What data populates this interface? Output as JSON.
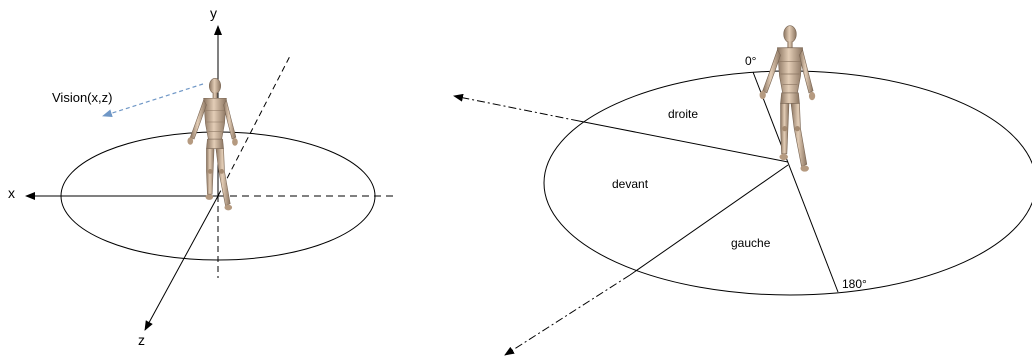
{
  "left_diagram": {
    "axes": {
      "x": "x",
      "y": "y",
      "z": "z"
    },
    "vision_label": "Vision(x,z)",
    "vision_color": "#6f97c6"
  },
  "right_diagram": {
    "angle_top": "0°",
    "angle_bottom": "180°",
    "zones": {
      "right": "droite",
      "front": "devant",
      "left": "gauche"
    }
  },
  "colors": {
    "line": "#000000",
    "figure_body": "#c7ad94",
    "figure_shade": "#8a7460"
  }
}
